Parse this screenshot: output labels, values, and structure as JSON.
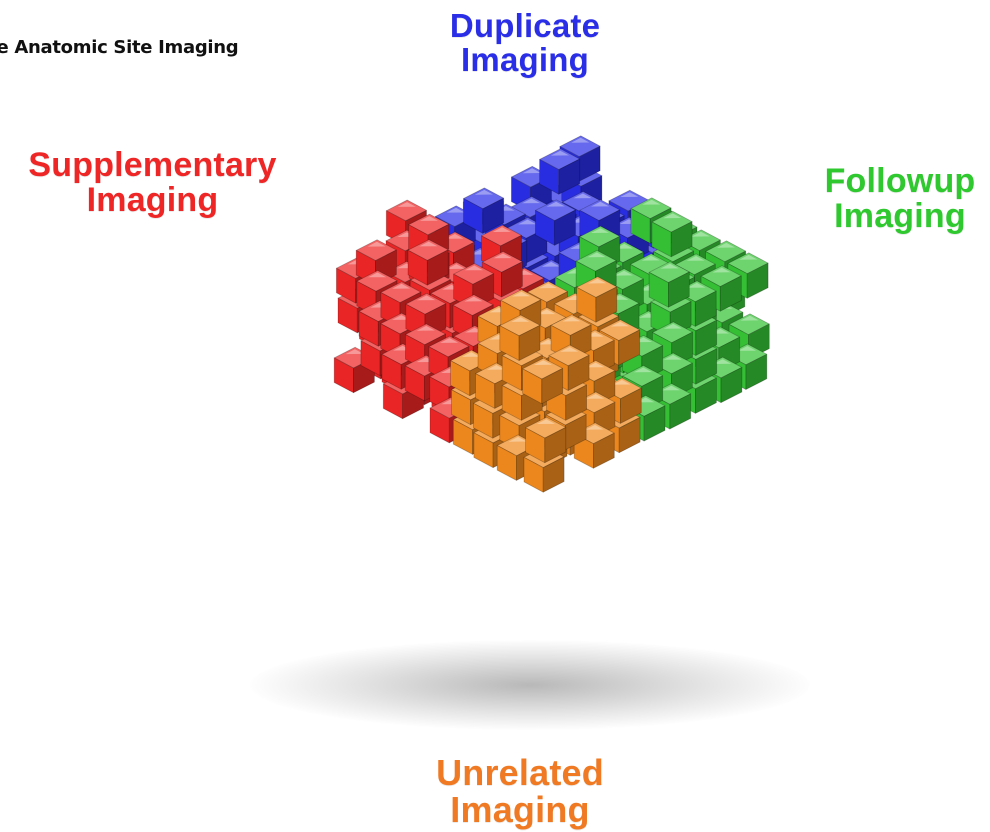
{
  "header": {
    "title": "he Anatomic Site Imaging"
  },
  "labels": {
    "duplicate": {
      "line1": "Duplicate",
      "line2": "Imaging",
      "color": "#2a2ee6"
    },
    "supplementary": {
      "line1": "Supplementary",
      "line2": "Imaging",
      "color": "#ee2626"
    },
    "followup": {
      "line1": "Followup",
      "line2": "Imaging",
      "color": "#2fc82f"
    },
    "unrelated": {
      "line1": "Unrelated",
      "line2": "Imaging",
      "color": "#f07a23"
    }
  },
  "colors": {
    "blue": "#2a2ee6",
    "red": "#ee2626",
    "green": "#35c335",
    "orange": "#f08a1e"
  }
}
